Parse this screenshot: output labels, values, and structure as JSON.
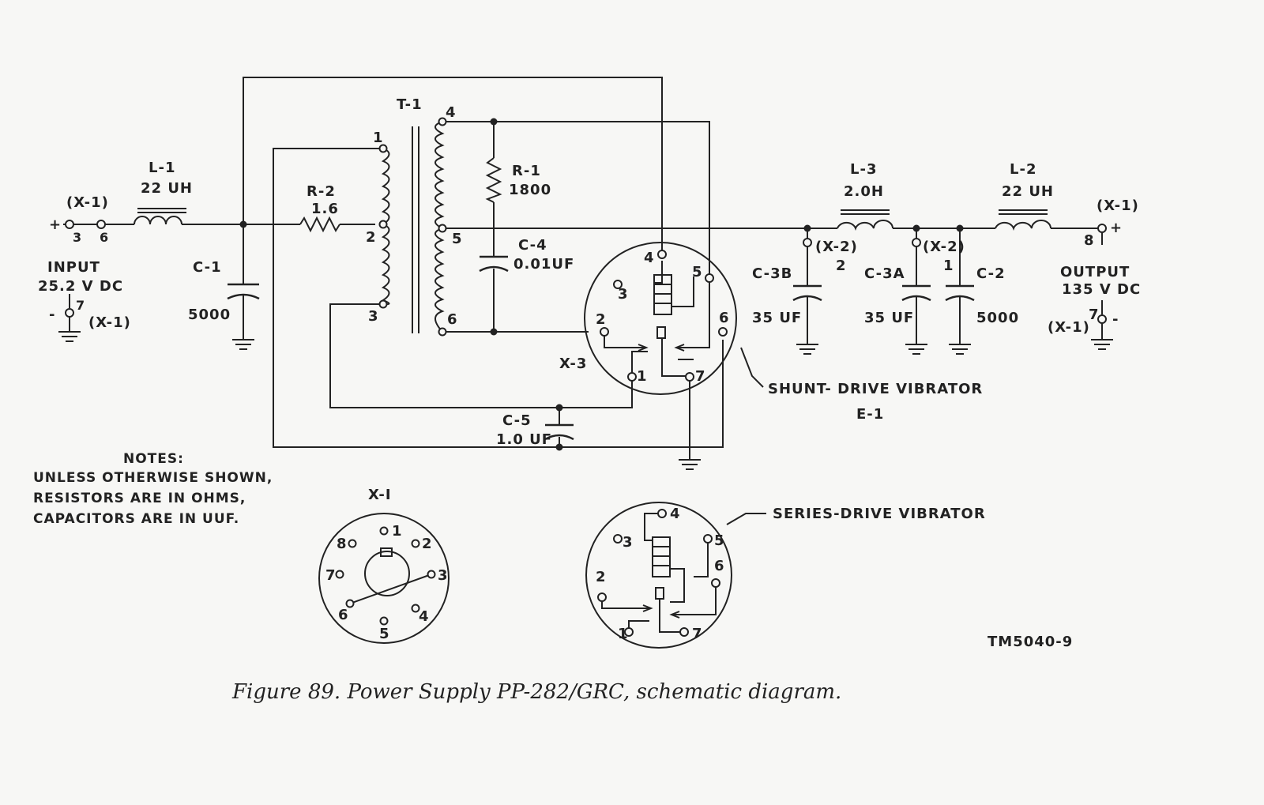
{
  "schematic": {
    "transformer": "T-1",
    "t1_pins": [
      "1",
      "2",
      "3",
      "4",
      "5",
      "6"
    ],
    "l1": {
      "ref": "L-1",
      "value": "22 UH"
    },
    "r2": {
      "ref": "R-2",
      "value": "1.6"
    },
    "r1": {
      "ref": "R-1",
      "value": "1800"
    },
    "c4": {
      "ref": "C-4",
      "value": "0.01UF"
    },
    "c1": {
      "ref": "C-1",
      "value": "5000"
    },
    "c5": {
      "ref": "C-5",
      "value": "1.0 UF"
    },
    "l3": {
      "ref": "L-3",
      "value": "2.0H"
    },
    "l2": {
      "ref": "L-2",
      "value": "22 UH"
    },
    "c3b": {
      "ref": "C-3B",
      "value": "35 UF",
      "socket": "(X-2)",
      "socket_pin": "2"
    },
    "c3a": {
      "ref": "C-3A",
      "value": "35 UF",
      "socket": "(X-2)",
      "socket_pin": "1"
    },
    "c2": {
      "ref": "C-2",
      "value": "5000"
    },
    "input": {
      "socket": "(X-1)",
      "label": "INPUT",
      "voltage": "25.2 V DC",
      "pin_pos": "3",
      "pin_pos2": "6",
      "pin_neg": "7",
      "plus": "+",
      "minus": "-"
    },
    "output": {
      "socket": "(X-1)",
      "label": "OUTPUT",
      "voltage": "135 V DC",
      "pin_pos": "8",
      "pin_neg": "7",
      "plus": "+",
      "minus": "-"
    },
    "x3": {
      "ref": "X-3",
      "pins": [
        "1",
        "2",
        "3",
        "4",
        "5",
        "6",
        "7"
      ]
    },
    "shunt_label": "SHUNT- DRIVE VIBRATOR",
    "e1": "E-1",
    "series_label": "SERIES-DRIVE VIBRATOR",
    "x1_title": "X-I",
    "x1_pins": [
      "1",
      "2",
      "3",
      "4",
      "5",
      "6",
      "7",
      "8"
    ]
  },
  "notes": {
    "title": "NOTES:",
    "lines": [
      "UNLESS OTHERWISE SHOWN,",
      "RESISTORS ARE IN OHMS,",
      "CAPACITORS ARE IN UUF."
    ]
  },
  "tm_number": "TM5040-9",
  "caption": "Figure 89. Power Supply PP-282/GRC, schematic diagram."
}
